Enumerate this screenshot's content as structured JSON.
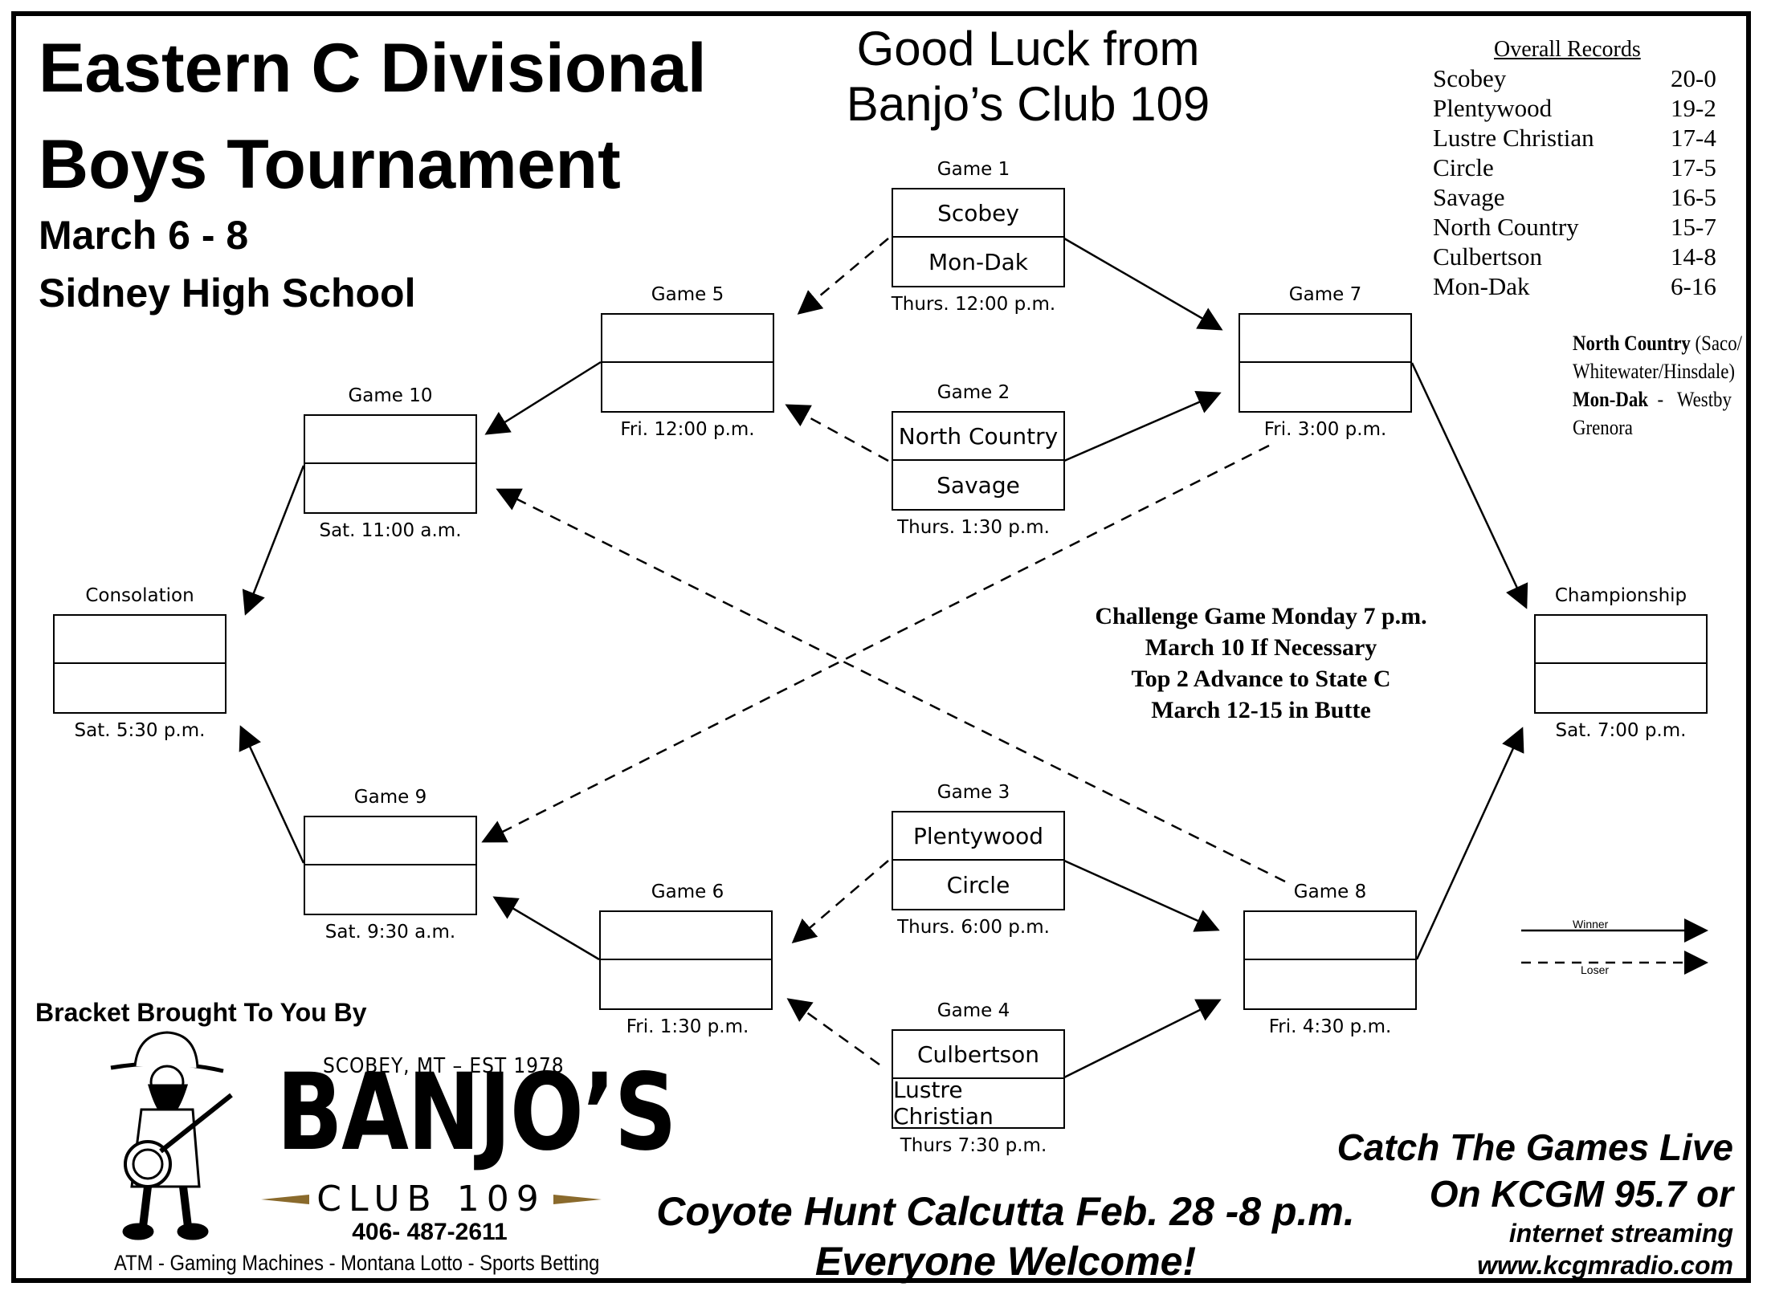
{
  "title": {
    "line1": "Eastern C Divisional",
    "line2": "Boys Tournament",
    "dates": "March 6 - 8",
    "venue": "Sidney High School"
  },
  "sponsor_header": {
    "line1": "Good Luck from",
    "line2": "Banjo’s Club 109"
  },
  "records": {
    "heading": "Overall Records",
    "rows": [
      {
        "team": "Scobey",
        "record": "20-0"
      },
      {
        "team": "Plentywood",
        "record": "19-2"
      },
      {
        "team": "Lustre Christian",
        "record": "17-4"
      },
      {
        "team": "Circle",
        "record": "17-5"
      },
      {
        "team": "Savage",
        "record": "16-5"
      },
      {
        "team": "North Country",
        "record": "15-7"
      },
      {
        "team": "Culbertson",
        "record": "14-8"
      },
      {
        "team": "Mon-Dak",
        "record": "6-16"
      }
    ]
  },
  "notes": {
    "line1_bold": "North Country",
    "line1_rest": " (Saco/",
    "line2": "Whitewater/Hinsdale)",
    "line3_bold": "Mon-Dak",
    "line3_rest": "  -   Westby",
    "line4": "Grenora"
  },
  "games": {
    "g1": {
      "label": "Game 1",
      "top": "Scobey",
      "bottom": "Mon-Dak",
      "time": "Thurs. 12:00 p.m."
    },
    "g2": {
      "label": "Game 2",
      "top": "North Country",
      "bottom": "Savage",
      "time": "Thurs. 1:30 p.m."
    },
    "g3": {
      "label": "Game 3",
      "top": "Plentywood",
      "bottom": "Circle",
      "time": "Thurs. 6:00 p.m."
    },
    "g4": {
      "label": "Game 4",
      "top": "Culbertson",
      "bottom": "Lustre Christian",
      "time": "Thurs  7:30 p.m."
    },
    "g5": {
      "label": "Game 5",
      "top": "",
      "bottom": "",
      "time": "Fri. 12:00 p.m."
    },
    "g6": {
      "label": "Game 6",
      "top": "",
      "bottom": "",
      "time": "Fri. 1:30 p.m."
    },
    "g7": {
      "label": "Game 7",
      "top": "",
      "bottom": "",
      "time": "Fri. 3:00 p.m."
    },
    "g8": {
      "label": "Game 8",
      "top": "",
      "bottom": "",
      "time": "Fri. 4:30 p.m."
    },
    "g9": {
      "label": "Game 9",
      "top": "",
      "bottom": "",
      "time": "Sat. 9:30 a.m."
    },
    "g10": {
      "label": "Game 10",
      "top": "",
      "bottom": "",
      "time": "Sat. 11:00 a.m."
    },
    "consolation": {
      "label": "Consolation",
      "top": "",
      "bottom": "",
      "time": "Sat. 5:30 p.m."
    },
    "championship": {
      "label": "Championship",
      "top": "",
      "bottom": "",
      "time": "Sat. 7:00 p.m."
    }
  },
  "challenge": {
    "line1": "Challenge Game Monday 7 p.m.",
    "line2": "March 10 If Necessary",
    "line3": "Top 2 Advance to State C",
    "line4": "March 12-15 in Butte"
  },
  "legend": {
    "winner": "Winner",
    "loser": "Loser"
  },
  "sponsor_block": {
    "heading": "Bracket Brought To You By",
    "tagline": "SCOBEY, MT – EST 1978",
    "brand": "BANJO’S",
    "club": "CLUB 109",
    "phone": "406- 487-2611",
    "services": "ATM - Gaming Machines - Montana Lotto -  Sports Betting"
  },
  "calcutta": {
    "line1": "Coyote Hunt Calcutta Feb. 28 -8 p.m.",
    "line2": "Everyone Welcome!"
  },
  "radio": {
    "line1": "Catch The Games Live",
    "line2": "On KCGM 95.7 or",
    "line3": "internet streaming",
    "line4": "www.kcgmradio.com"
  }
}
